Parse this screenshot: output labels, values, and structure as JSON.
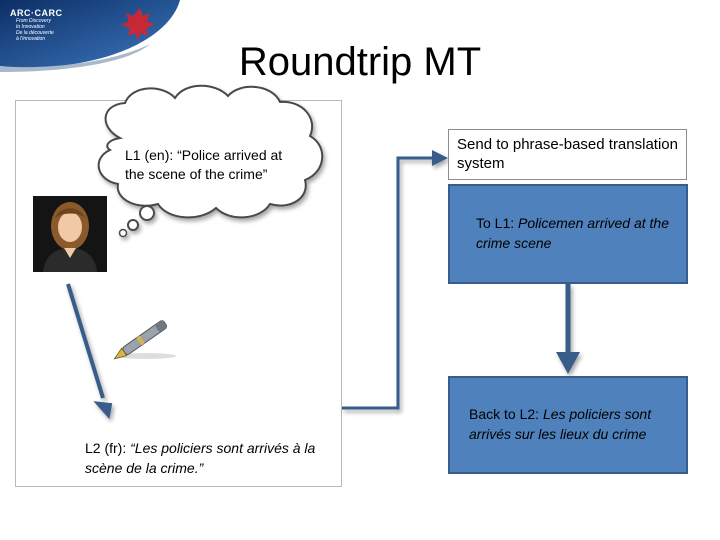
{
  "logo": {
    "name": "ARC·CARC",
    "tagline_lines": [
      "From Discovery",
      "to Innovation",
      "De la découverte",
      "à l'innovation"
    ]
  },
  "title": "Roundtrip MT",
  "source": {
    "label": "L1 (en): ",
    "text": "“Police arrived at the scene of the crime”"
  },
  "target": {
    "label": "L2 (fr): ",
    "text": "“Les policiers sont arrivés à la scène de la crime.”"
  },
  "send_step": "Send to phrase-based translation system",
  "to_l1": {
    "label": "To L1: ",
    "text": "Policemen arrived at the crime scene"
  },
  "back_l2": {
    "label": "Back to L2: ",
    "text": "Les policiers sont arrivés sur les lieux du crime"
  },
  "colors": {
    "box_fill": "#4f81bd",
    "box_border": "#385d8a",
    "arrow": "#385d8a",
    "logo_blue": "#1f4e8c",
    "logo_red": "#d9242b"
  }
}
